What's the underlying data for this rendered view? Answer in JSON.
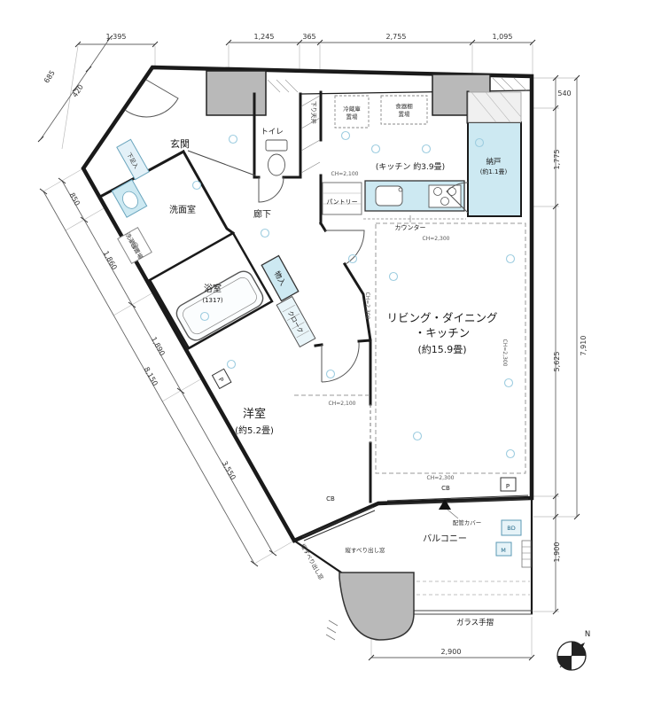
{
  "plan": {
    "colors": {
      "wall": "#1a1a1a",
      "pillar_gray": "#b9b9b9",
      "fixture_blue": "#cde9f2",
      "fixture_blue_light": "#e3f1f8",
      "downlight_blue": "#9ecde0"
    },
    "rooms": {
      "genkan": "玄関",
      "toilet": "トイレ",
      "senmen": "洗面室",
      "rouka": "廊下",
      "yokushitsu": "浴室",
      "yokushitsu_size": "(1317)",
      "monoire": "物入",
      "cloak": "クローク",
      "youshitsu": "洋室",
      "youshitsu_size": "(約5.2畳)",
      "ldk_line1": "リビング・ダイニング",
      "ldk_line2": "・キッチン",
      "ldk_size": "(約15.9畳)",
      "kitchen": "(キッチン 約3.9畳)",
      "nando": "納戸",
      "nando_size": "(約1.1畳)",
      "balcony": "バルコニー"
    },
    "labels": {
      "pantry": "パントリー",
      "counter": "カウンター",
      "fridge_1": "冷蔵庫",
      "fridge_2": "置場",
      "cupboard_1": "食器棚",
      "cupboard_2": "置場",
      "washer": "洗濯機置場",
      "shoe_box": "下足入",
      "glass_rail": "ガラス手摺",
      "pipe_cover": "配管カバー",
      "casement_1": "縦すべり出し窓",
      "casement_2": "縦すべり出し窓",
      "down_ceiling": "下り天井"
    },
    "ceiling_heights": {
      "kitchen": "CH=2,100",
      "ldk_top": "CH=2,300",
      "ldk_left": "CH=2,300",
      "ldk_right": "CH=2,300",
      "youshitsu": "CH=2,100",
      "ldk_bottom": "CH=2,300"
    },
    "markers": {
      "cb_1": "CB",
      "cb_2": "CB",
      "p_1": "P",
      "p_2": "P",
      "bd": "BD",
      "m": "M",
      "north": "N"
    },
    "dimensions": {
      "top": [
        "1,395",
        "1,245",
        "365",
        "2,755",
        "1,095"
      ],
      "left": [
        "685",
        "420",
        "850",
        "1,860",
        "1,890",
        "8,150",
        "3,550"
      ],
      "right": [
        "540",
        "1,775",
        "7,910",
        "5,625",
        "1,900"
      ],
      "bottom": [
        "2,900"
      ]
    }
  }
}
